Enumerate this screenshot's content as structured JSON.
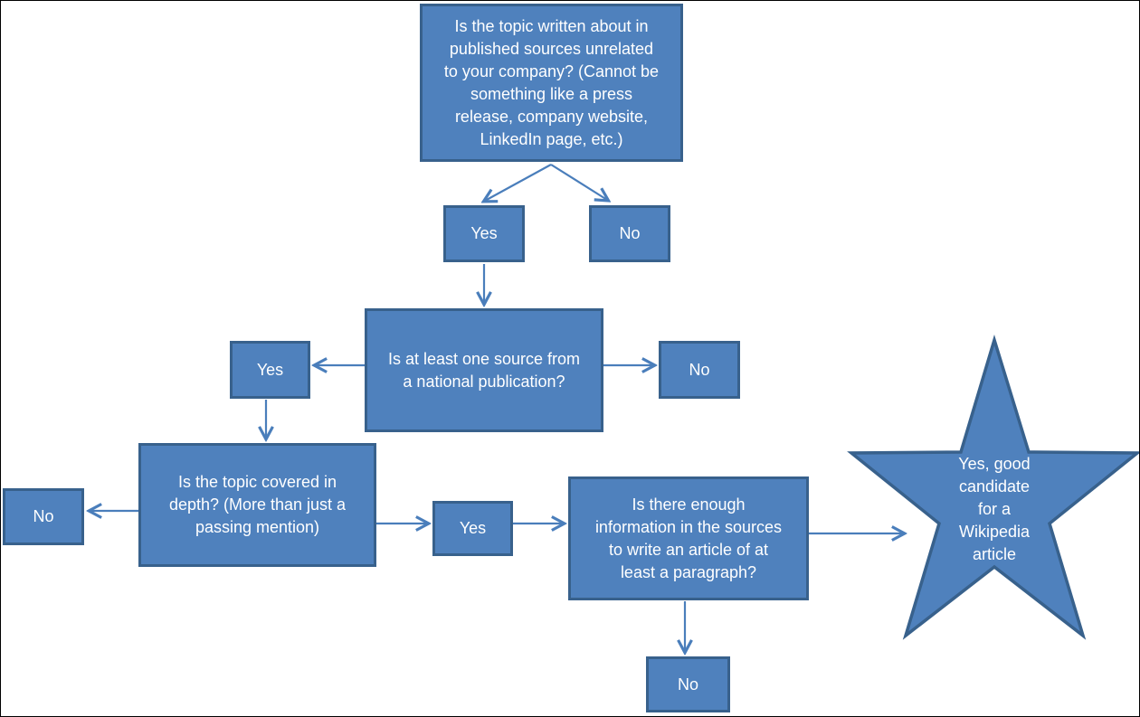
{
  "flowchart": {
    "description": "Wikipedia article candidacy decision flowchart",
    "colors": {
      "node_fill": "#4F81BD",
      "node_border": "#38618C",
      "arrow": "#4A7EBB",
      "text": "#FFFFFF",
      "background": "#FFFFFF"
    },
    "nodes": {
      "q1": "Is the topic written about in published sources unrelated to your company?  (Cannot be something like a press release, company website, LinkedIn page, etc.)",
      "q1_yes": "Yes",
      "q1_no": "No",
      "q2": "Is at least one source from a national publication?",
      "q2_yes": "Yes",
      "q2_no": "No",
      "q3": "Is the topic covered in depth?  (More than just a passing mention)",
      "q3_no": "No",
      "q3_yes": "Yes",
      "q4": "Is there enough information in the sources to write an article of at least a paragraph?",
      "q4_no": "No",
      "outcome_star": "Yes, good candidate for a Wikipedia article"
    }
  }
}
